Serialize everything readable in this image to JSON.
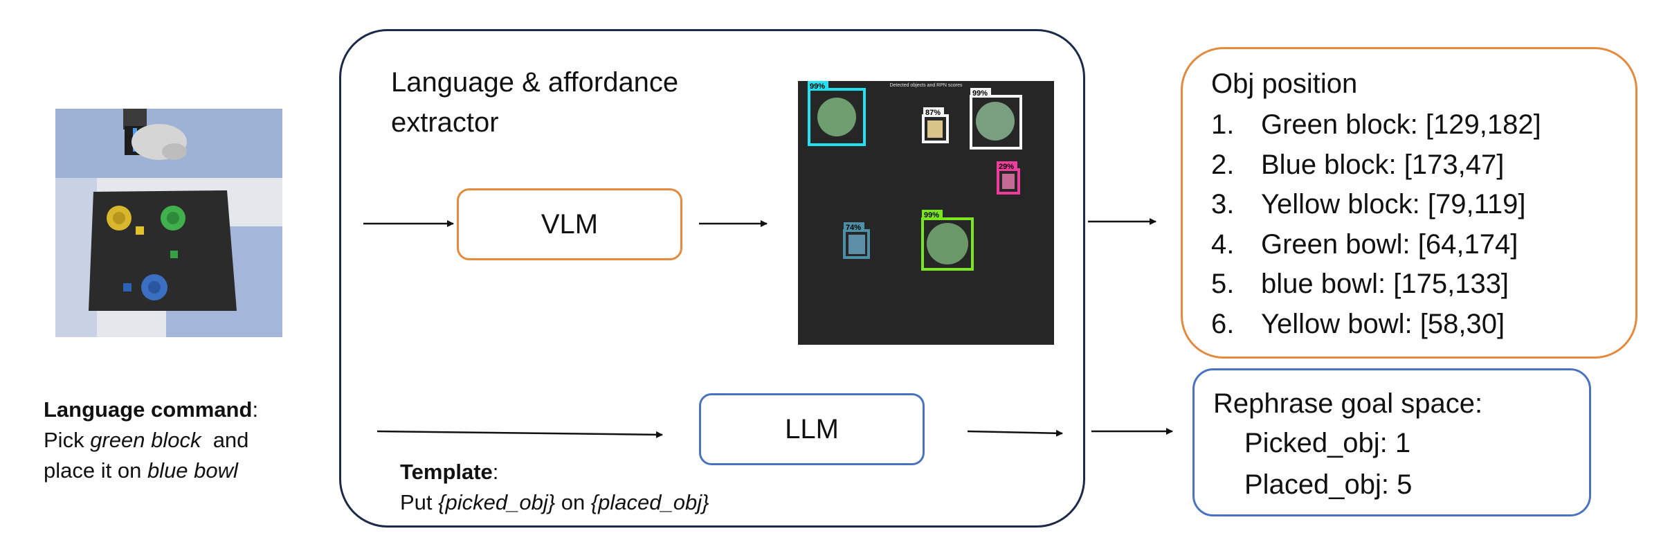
{
  "command": {
    "label": "Language command",
    "colon": ":",
    "line1_prefix": "Pick ",
    "line1_obj": "green block",
    "line1_suffix": "  and",
    "line2_prefix": "place it on ",
    "line2_obj": "blue bowl"
  },
  "extractor": {
    "title_line1": "Language & affordance",
    "title_line2": "extractor",
    "vlm_label": "VLM",
    "llm_label": "LLM",
    "template_label": "Template",
    "template_colon": ":",
    "template_prefix": "Put ",
    "template_picked": "{picked_obj}",
    "template_mid": " on ",
    "template_placed": "{placed_obj}"
  },
  "detection": {
    "caption": "Detected objects and RPN scores",
    "boxes": [
      {
        "label": "99%",
        "color": "#21e2f0"
      },
      {
        "label": "87%",
        "color": "#f5f5f5"
      },
      {
        "label": "99%",
        "color": "#f5f5f5"
      },
      {
        "label": "29%",
        "color": "#f03c9c"
      },
      {
        "label": "74%",
        "color": "#4e8fa8"
      },
      {
        "label": "99%",
        "color": "#7ae61e"
      }
    ]
  },
  "obj_position": {
    "title": "Obj position",
    "items": [
      {
        "num": "1.",
        "text": "Green block: [129,182]"
      },
      {
        "num": "2.",
        "text": "Blue block: [173,47]"
      },
      {
        "num": "3.",
        "text": "Yellow block: [79,119]"
      },
      {
        "num": "4.",
        "text": "Green bowl: [64,174]"
      },
      {
        "num": "5.",
        "text": "blue bowl: [175,133]"
      },
      {
        "num": "6.",
        "text": "Yellow bowl: [58,30]"
      }
    ]
  },
  "goal": {
    "title": "Rephrase goal space:",
    "line1": "Picked_obj: 1",
    "line2": "Placed_obj: 5"
  },
  "colors": {
    "orange": "#e58a3c",
    "blue": "#4a72c0",
    "navy": "#1c2a4a"
  }
}
